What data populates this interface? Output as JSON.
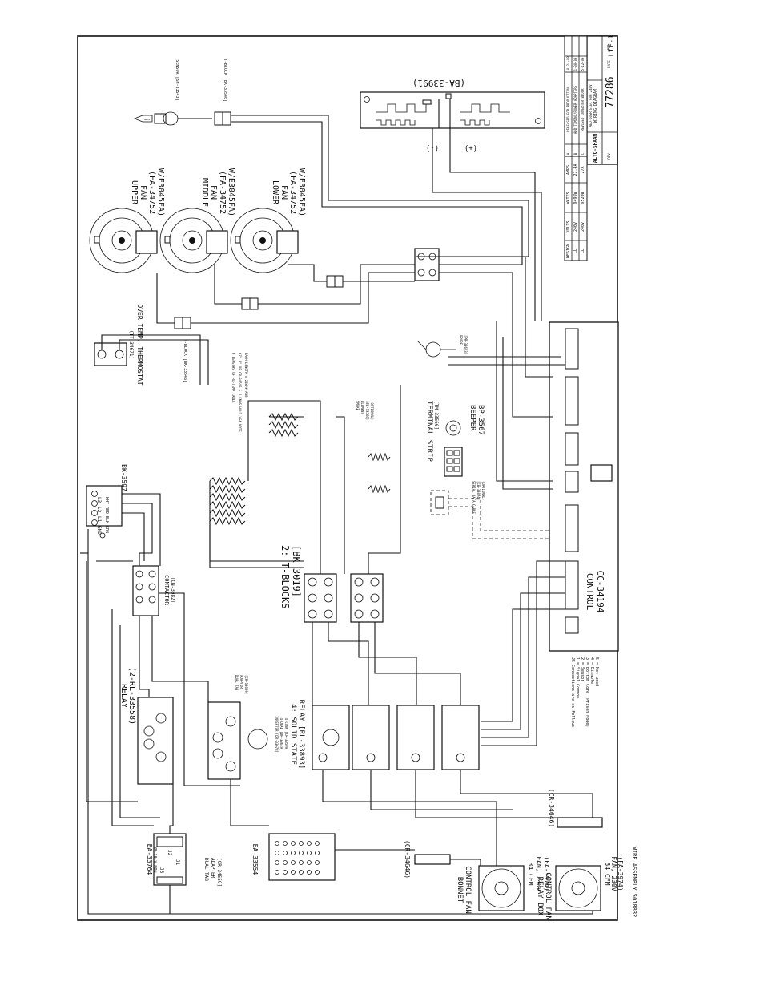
{
  "title_block": {
    "company": "ALTO-SHAAM",
    "sheet_title": "WIRING DIAGRAM",
    "drawing_number": "77286",
    "sheet": "LIF-1",
    "model_line": "AED-60SR ELEC 60H 240V",
    "revisions": [
      "RELEASED FOR PRODUCTION",
      "ADD TIMING/POWER ADAPTERS",
      "REVISED INVERTER BLOCK"
    ],
    "rev_codes": [
      "A",
      "B",
      "C"
    ],
    "rev_dates": [
      "10-24-08",
      "1-30-09",
      "5-12-09"
    ],
    "label_rev": "REV",
    "label_date": "DATE",
    "label_appd": "APPD"
  },
  "ratings": {
    "headers": [
      "VOLTS",
      "WATTS",
      "AMPS"
    ],
    "rows": [
      {
        "design": "LL",
        "volts": "240V",
        "watts": "9496W",
        "amps": "27.4A"
      },
      {
        "design": "LL",
        "volts": "240V",
        "watts": "9520W",
        "amps": "27A"
      }
    ],
    "design_label": "DESIGN"
  },
  "components": {
    "board_top": "(BA-33991)",
    "board_minus": "(-)",
    "board_plus": "(+)",
    "sensor": "SENSOR [SN-33543]",
    "t_block_top": "T-BLOCK [BK-33546]",
    "upper_fan": [
      "UPPER",
      "FAN",
      "(FA-34752",
      "W/E3045FA)"
    ],
    "middle_fan": [
      "MIDDLE",
      "FAN",
      "(FA-34752",
      "W/E3045FA)"
    ],
    "lower_fan": [
      "LOWER",
      "FAN",
      "(FA-34752",
      "W/E3045FA)"
    ],
    "thermostat": [
      "OVER TEMP. THERMOSTAT",
      "(TT-34671)"
    ],
    "t_block_left": "T-BLOCK [BK-33546]",
    "bk_label": "BK-3597",
    "line_labels": [
      "L3",
      "L2",
      "L1",
      "GND"
    ],
    "wire_colors": [
      "WHT",
      "RED",
      "BLK",
      "GRN"
    ],
    "heater_note": [
      "6 LENGTHS OF HI-TEMP CABLE",
      "67\" 8\" OF CB-34645 & 4 ENDS HOLD VGA NOTE",
      "EACH LENGTH = 24W/# AWG"
    ],
    "contactor": [
      "CONTACTOR",
      "[CN-3082]"
    ],
    "t_blocks": [
      "2: T-BLOCKS",
      "[BK-3019]"
    ],
    "terminal_strip": [
      "TERMINAL STRIP",
      "[TM-33560]"
    ],
    "beeper": [
      "BEEPER",
      "BP-3567"
    ],
    "smoke": [
      "SMOKE",
      "ELEMENT",
      "[EL-33560]",
      "(OPTIONAL)"
    ],
    "serial_cable": [
      "SERIAL DATA CABLE",
      "[CB-33874]",
      "(OPTIONAL)"
    ],
    "probe": [
      "PROBE",
      "[PR-33693]"
    ],
    "control": [
      "CONTROL",
      "CC-34194"
    ],
    "relay": [
      "RELAY",
      "(2-RL-33558)"
    ],
    "ssr": [
      "4: SOLID STATE",
      "RELAY [RL-33893]"
    ],
    "inverter": [
      "INVERTOR [DR-33678]",
      "4-DUAL [DR-33649]",
      "4-CONN [CR-33509]"
    ],
    "dual_tab_mid": [
      "DUAL TAB",
      "ADAPTOR",
      "[CR-33609]"
    ],
    "j5_notes": [
      "J5 Connections are as Follows",
      "1 = Signal Common",
      "2 = Sensor",
      "3 = Bottom Core (Prison Mode)",
      "4 = Disable",
      "5 = Not used"
    ],
    "ba_33764": [
      "BA-33764",
      "VM 10 V MON"
    ],
    "j_labels": [
      "J2",
      "J1",
      "J5"
    ],
    "dual_tab_bottom": [
      "DUAL TAB",
      "ADAPTER",
      "[CR-34559]"
    ],
    "ba_33554": "BA-33554",
    "cr_34646_a": "(CR-34646)",
    "cr_34646_b": "(CR-34646)",
    "bonnet_fan": [
      "BONNET",
      "CONTROL FAN"
    ],
    "relay_box_fan": [
      "RELAY BOX",
      "CONTROL FAN"
    ],
    "fan_spec": [
      "34 CFM",
      "FAN, 230V",
      "(FA-3974)"
    ],
    "wire_assembly": "WIRE ASSEMBLY 5018832"
  }
}
